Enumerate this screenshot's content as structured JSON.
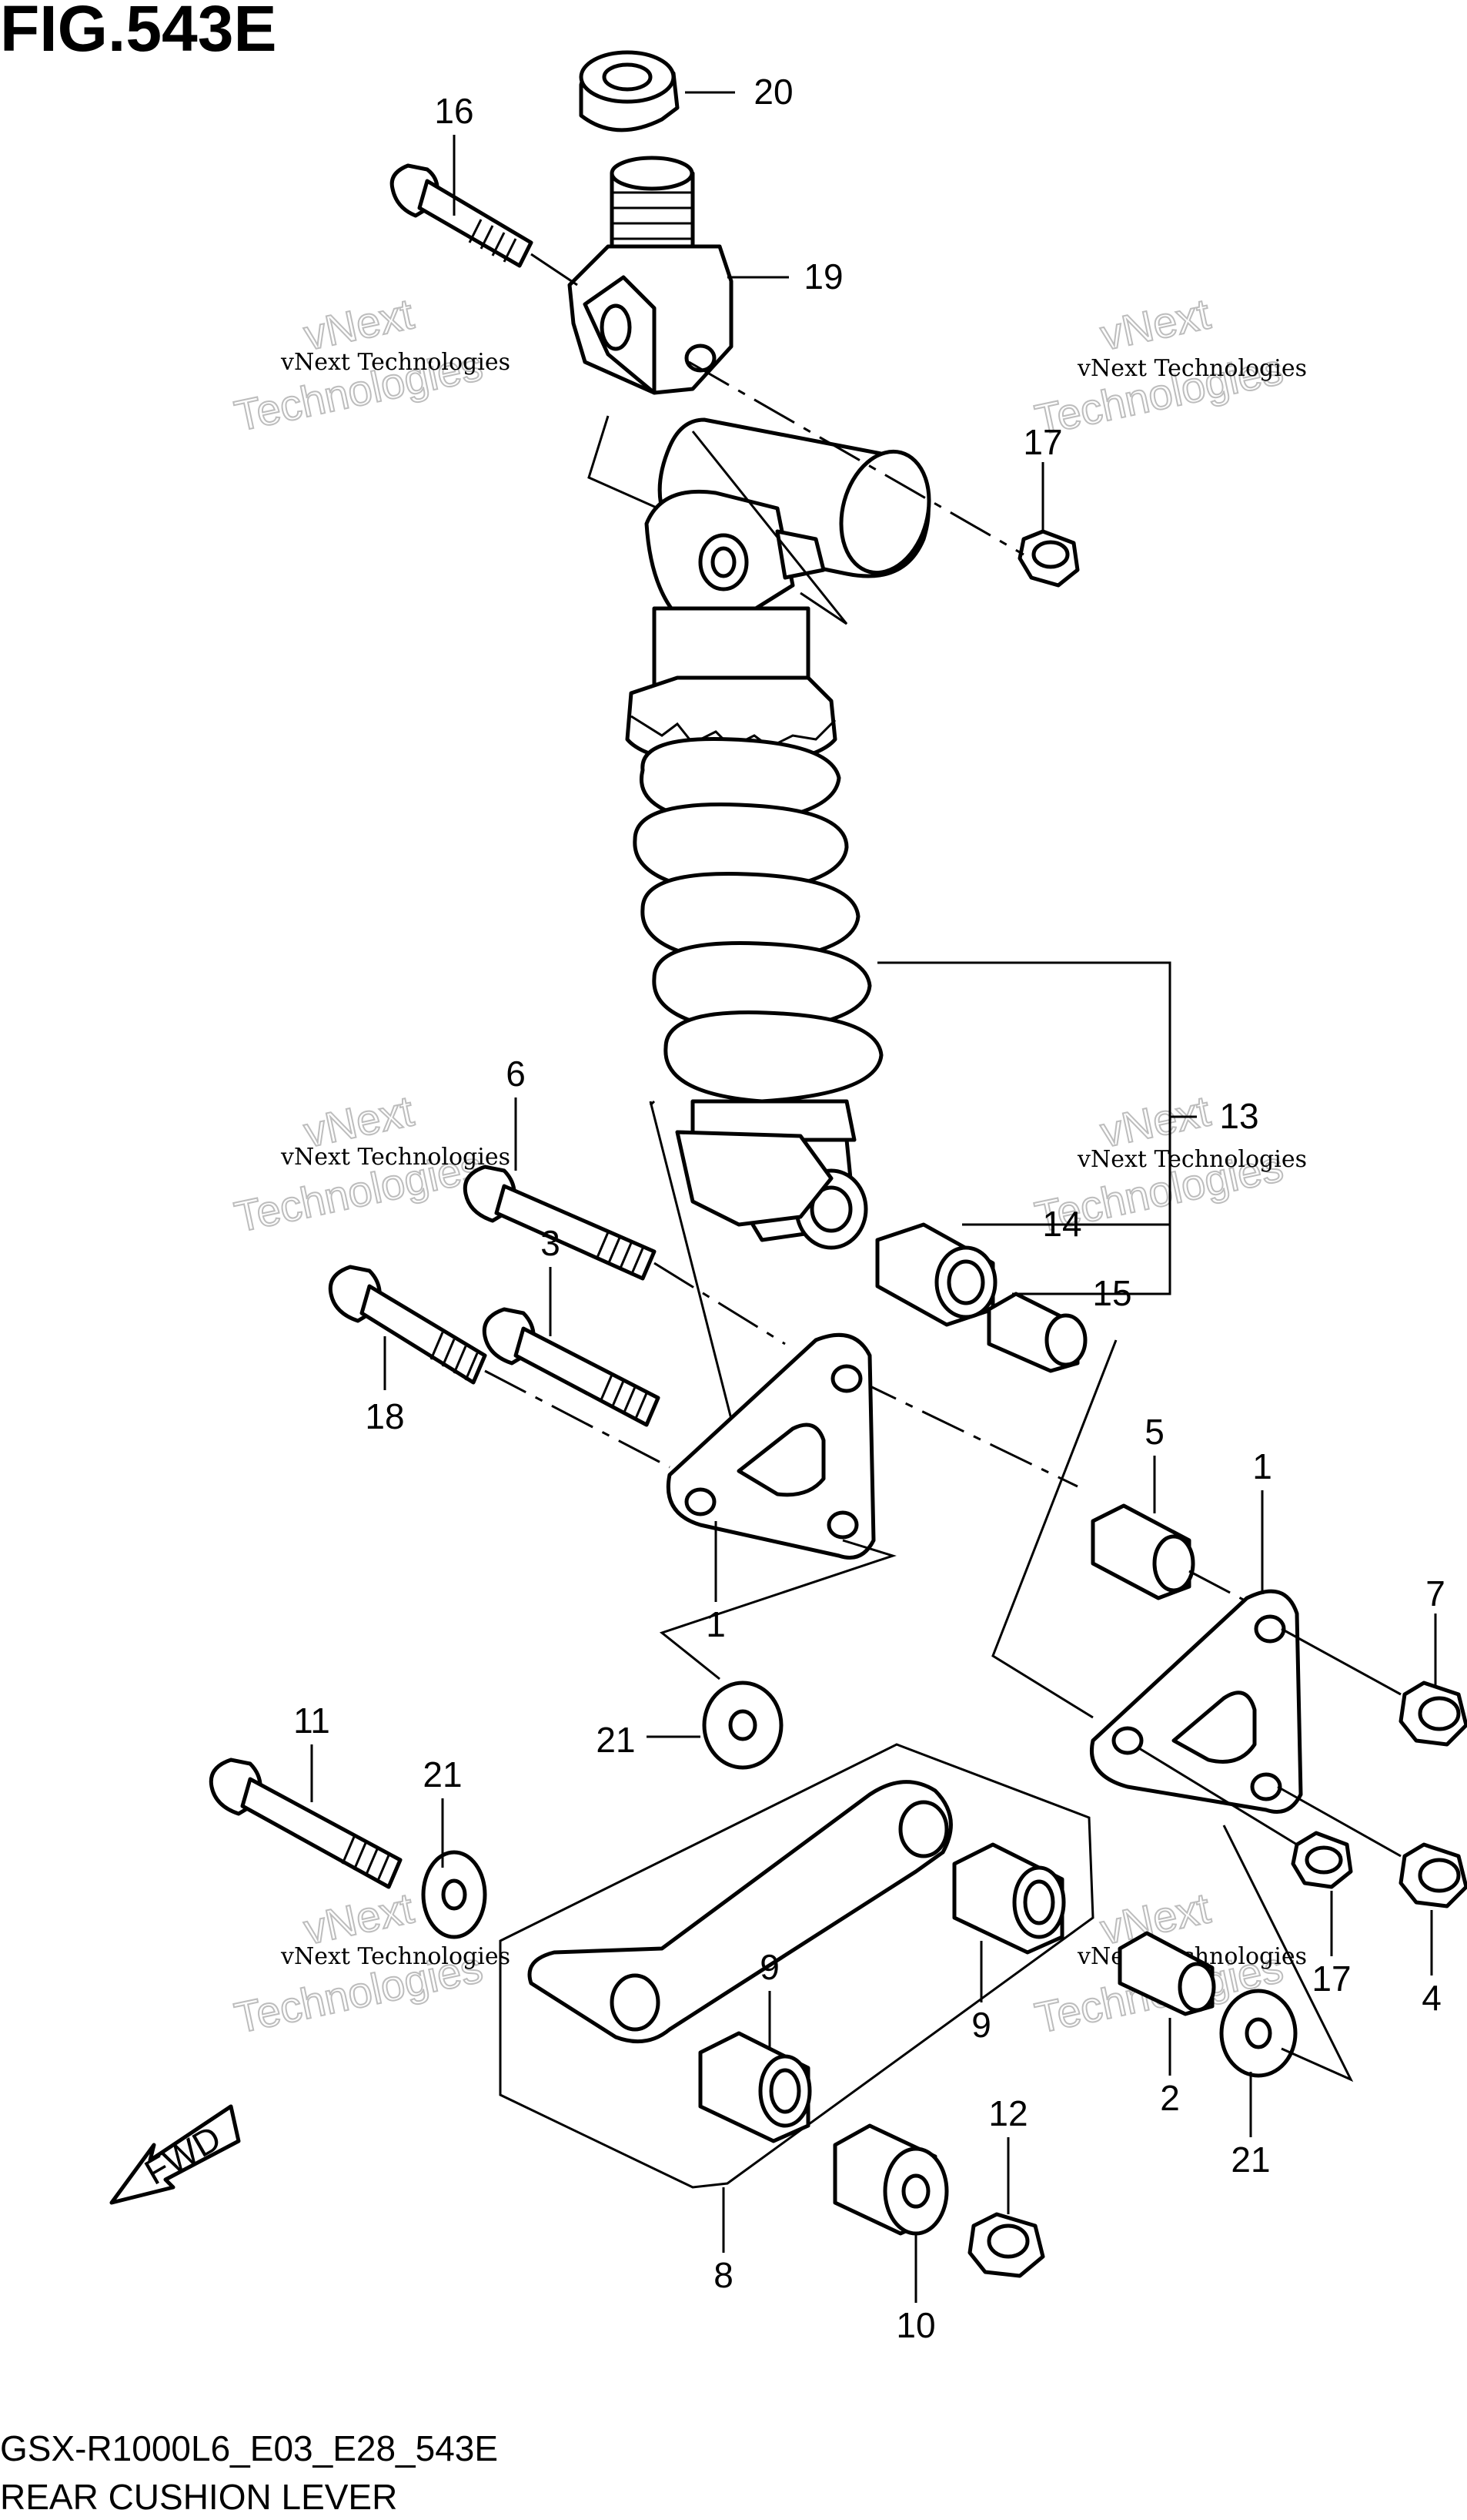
{
  "figure": {
    "title": "FIG.543E",
    "code": "GSX-R1000L6_E03_E28_543E",
    "name": "REAR CUSHION LEVER"
  },
  "watermark": {
    "line1": "vNext Technologies",
    "line2": "vNext",
    "line3": "Technologies"
  },
  "direction": {
    "label": "FWD"
  },
  "callouts": [
    "1",
    "1",
    "2",
    "3",
    "4",
    "5",
    "6",
    "7",
    "8",
    "9",
    "9",
    "10",
    "11",
    "12",
    "13",
    "14",
    "15",
    "16",
    "17",
    "17",
    "18",
    "19",
    "20",
    "21",
    "21",
    "21"
  ]
}
